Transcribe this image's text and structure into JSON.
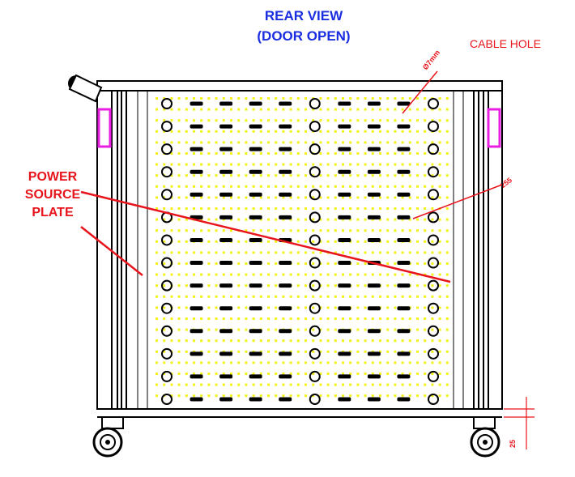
{
  "title_line1": "REAR VIEW",
  "title_line2": "(DOOR OPEN)",
  "callouts": {
    "cable_hole": "CABLE HOLE",
    "power_source_plate": [
      "POWER",
      "SOURCE",
      "PLATE"
    ]
  },
  "dimensions": {
    "hole_dim": "Ø7mm",
    "pitch_dim": "255",
    "foot_dim": "25"
  },
  "colors": {
    "label": "#e8141b",
    "title": "#1a2ee0",
    "accent_handle": "#e81ee0",
    "grid_dots": "#f2f21a",
    "line": "#000000"
  },
  "grid": {
    "columns": 10,
    "rows": 14
  }
}
